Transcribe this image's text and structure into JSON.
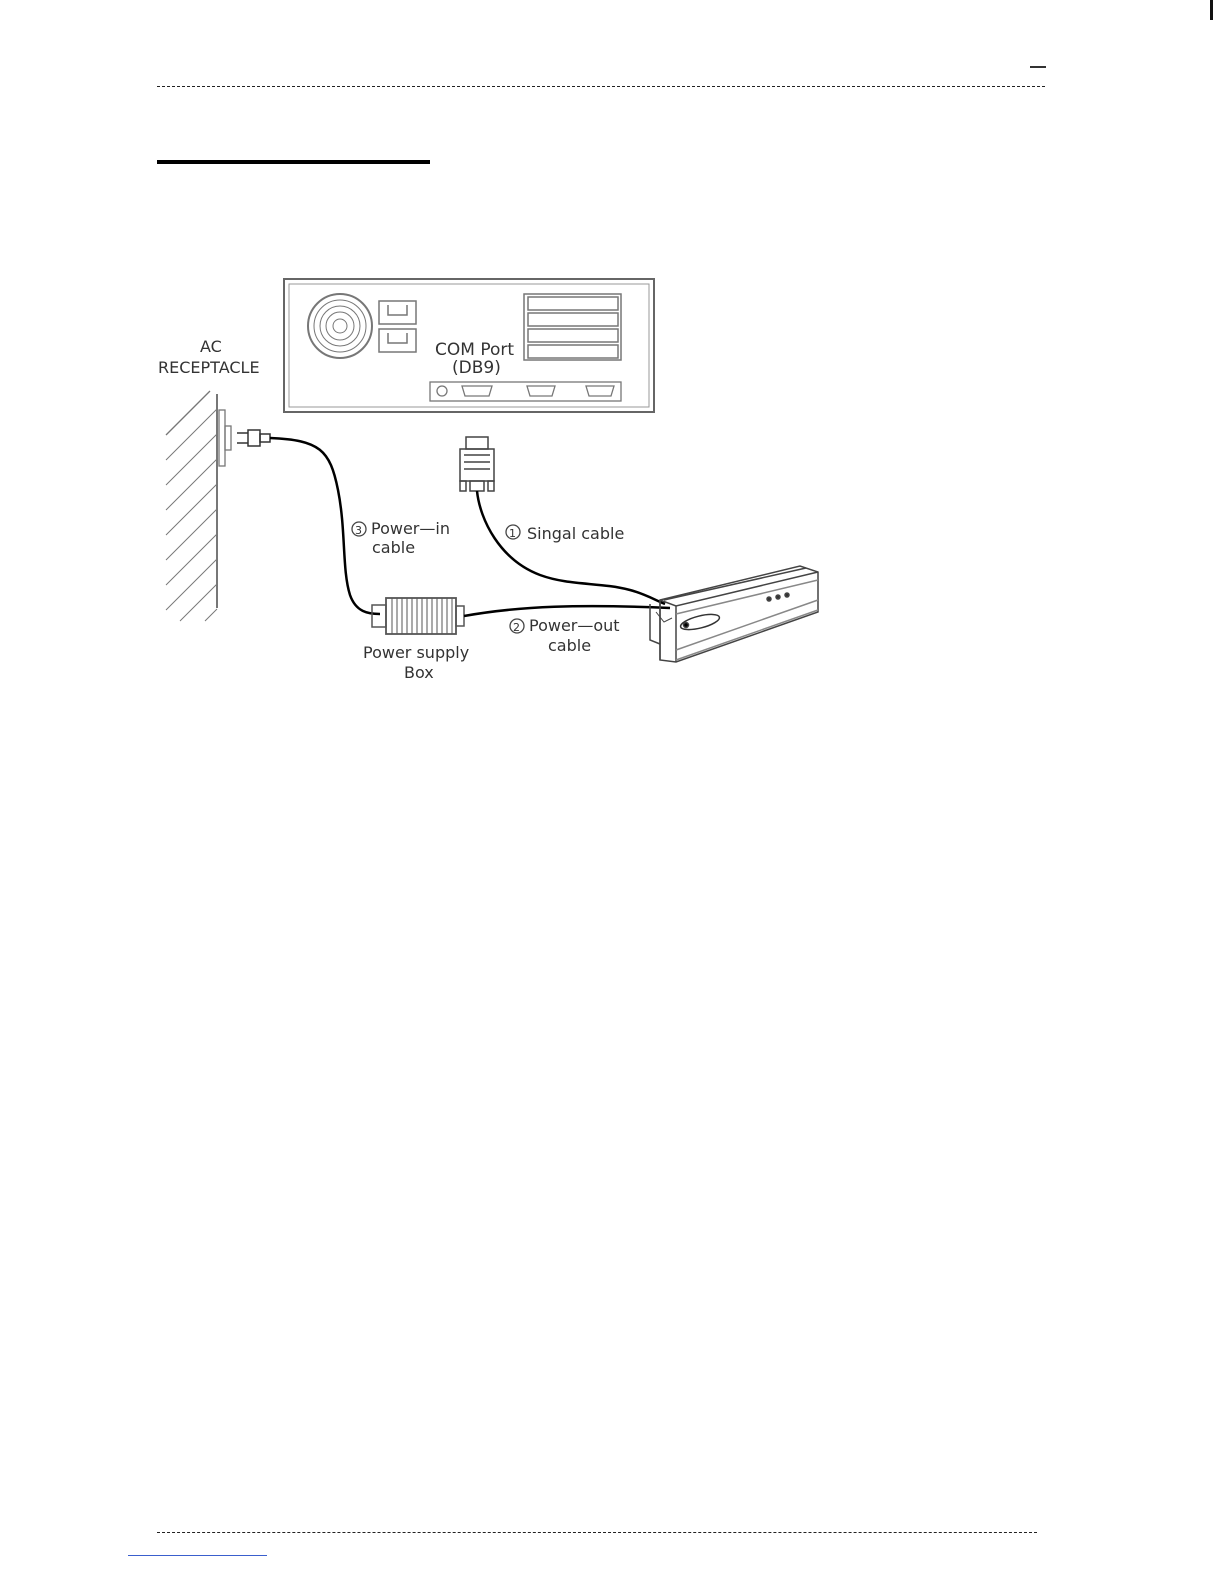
{
  "diagram": {
    "labels": {
      "ac_receptacle_line1": "AC",
      "ac_receptacle_line2": "RECEPTACLE",
      "com_port_line1": "COM Port",
      "com_port_line2": "(DB9)",
      "signal_cable": "Singal cable",
      "signal_cable_num": "1",
      "power_in_line1": "Power—in",
      "power_in_line2": "cable",
      "power_in_num": "3",
      "power_out_line1": "Power—out",
      "power_out_line2": "cable",
      "power_out_num": "2",
      "power_supply_line1": "Power  supply",
      "power_supply_line2": "Box"
    }
  }
}
